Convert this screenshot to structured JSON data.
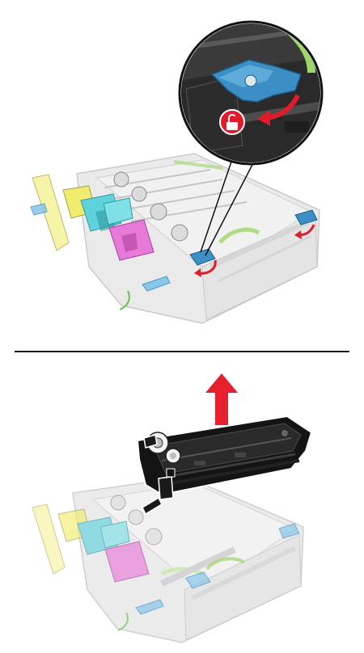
{
  "figure": {
    "step_1": {
      "illustration": "imaging-kit-unlock-illustration",
      "callout": "zoom-callout",
      "icons": [
        "unlock-icon",
        "rotate-arrow-icon"
      ]
    },
    "step_2": {
      "illustration": "imaging-kit-remove-black-unit-illustration",
      "icons": [
        "lift-up-arrow-icon"
      ]
    },
    "colors": {
      "yellow": "#f2ec6e",
      "cyan": "#5fd3dc",
      "magenta": "#e77ad8",
      "lock_blue": "#3b8fc4",
      "unlock_red": "#e11b2a",
      "lift_arrow_red": "#e6202c",
      "green_handle": "#9fd66a",
      "black_unit": "#141414"
    }
  }
}
